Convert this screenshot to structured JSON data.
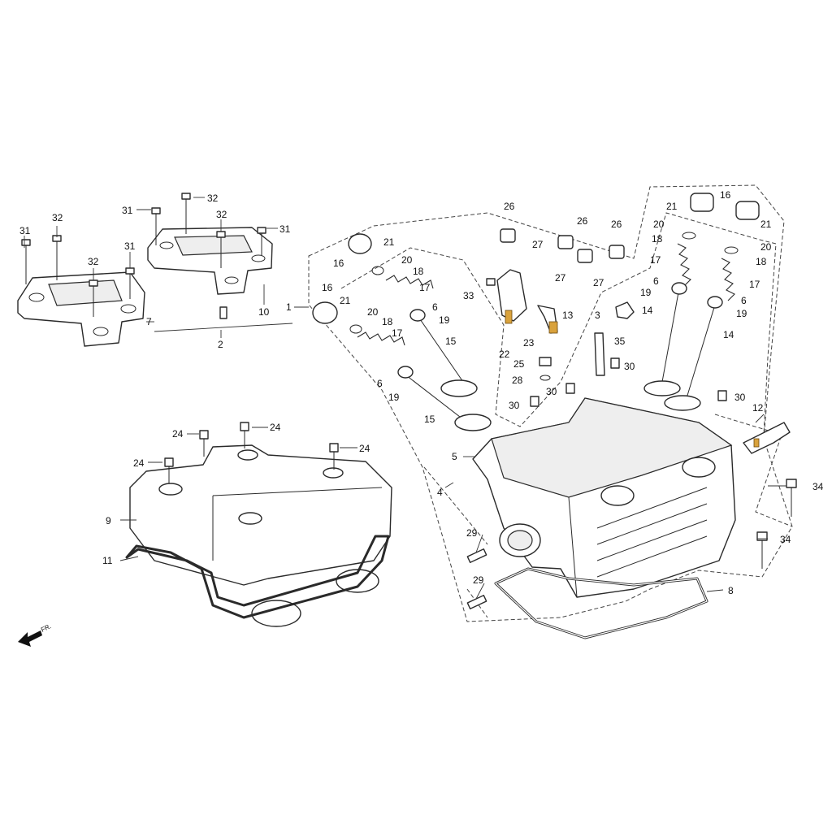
{
  "labels": {
    "l1": "1",
    "l2": "2",
    "l3": "3",
    "l4": "4",
    "l5": "5",
    "l6a": "6",
    "l6b": "6",
    "l6c": "6",
    "l7": "7",
    "l8": "8",
    "l9": "9",
    "l10": "10",
    "l11": "11",
    "l12": "12",
    "l13": "13",
    "l14a": "14",
    "l14b": "14",
    "l15a": "15",
    "l15b": "15",
    "l16a": "16",
    "l16b": "16",
    "l16c": "16",
    "l17a": "17",
    "l17b": "17",
    "l17c": "17",
    "l17d": "17",
    "l18a": "18",
    "l18b": "18",
    "l18c": "18",
    "l18d": "18",
    "l19a": "19",
    "l19b": "19",
    "l19c": "19",
    "l19d": "19",
    "l20a": "20",
    "l20b": "20",
    "l20c": "20",
    "l20d": "20",
    "l21a": "21",
    "l21b": "21",
    "l21c": "21",
    "l21d": "21",
    "l22": "22",
    "l23": "23",
    "l24a": "24",
    "l24b": "24",
    "l24c": "24",
    "l24d": "24",
    "l25": "25",
    "l26a": "26",
    "l26b": "26",
    "l26c": "26",
    "l27a": "27",
    "l27b": "27",
    "l27c": "27",
    "l28": "28",
    "l29a": "29",
    "l29b": "29",
    "l30a": "30",
    "l30b": "30",
    "l30c": "30",
    "l30d": "30",
    "l31a": "31",
    "l31b": "31",
    "l31c": "31",
    "l31d": "31",
    "l32a": "32",
    "l32b": "32",
    "l32c": "32",
    "l32d": "32",
    "l33": "33",
    "l34a": "34",
    "l34b": "34",
    "l35": "35"
  },
  "front_marker": "FR.",
  "icons": [
    "front-direction-arrow-icon"
  ]
}
